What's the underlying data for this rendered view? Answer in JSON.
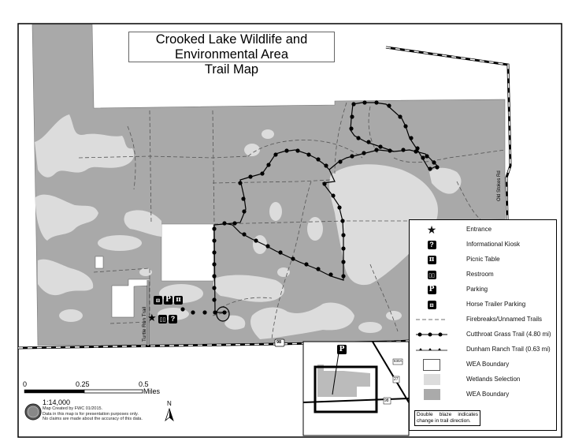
{
  "title": {
    "line1": "Crooked Lake Wildlife and Environmental Area",
    "line2": "Trail Map"
  },
  "roads": {
    "old_stokes": "Old Stokes Rd",
    "turtle_run": "Turtle Run Trail",
    "us98_shield": "98",
    "us27_shield": "27",
    "cr630a_shield": "630A"
  },
  "legend": {
    "items": [
      {
        "icon": "star-icon",
        "label": "Entrance"
      },
      {
        "icon": "info-kiosk-icon",
        "glyph": "?",
        "label": "Informational Kiosk"
      },
      {
        "icon": "picnic-table-icon",
        "glyph": "π",
        "label": "Picnic Table"
      },
      {
        "icon": "restroom-icon",
        "glyph": "⚲⚲",
        "label": "Restroom"
      },
      {
        "icon": "parking-icon",
        "glyph": "P",
        "label": "Parking"
      },
      {
        "icon": "horse-trailer-icon",
        "glyph": "⊟",
        "label": "Horse Trailer Parking"
      },
      {
        "icon": "dashed-line-icon",
        "label": "Firebreaks/Unnamed Trails"
      },
      {
        "icon": "dot-line-icon",
        "label": "Cutthroat Grass Trail (4.80 mi)"
      },
      {
        "icon": "triangle-line-icon",
        "label": "Dunham Ranch Trail (0.63 mi)"
      },
      {
        "icon": "white-swatch-icon",
        "label": "WEA Boundary"
      },
      {
        "icon": "light-gray-swatch-icon",
        "label": "Wetlands Selection"
      },
      {
        "icon": "gray-swatch-icon",
        "label": "WEA Boundary"
      }
    ],
    "note": "Double blaze indicates change in trail direction."
  },
  "scale": {
    "ticks": [
      "0",
      "0.25",
      "0.5"
    ],
    "unit": "Miles",
    "ratio": "1:14,000"
  },
  "credits": {
    "line1": "Map Created by FWC 01/2015.",
    "line2": "Data in this map is for presentation purposes only.",
    "line3": "No claims are made about the accuracy of this data."
  },
  "north_arrow": "N",
  "inset": {
    "parking_glyph": "P"
  },
  "colors": {
    "wea_gray": "#aaaaaa",
    "wetlands": "#dcdcdc",
    "trail": "#000000",
    "boundary": "#000000"
  }
}
